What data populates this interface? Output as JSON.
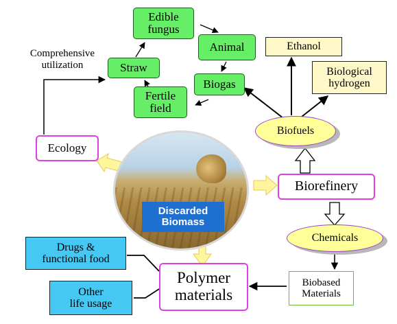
{
  "nodes": {
    "edible_fungus": [
      "Edible",
      "fungus"
    ],
    "animal": "Animal",
    "straw": "Straw",
    "biogas": "Biogas",
    "fertile_field": [
      "Fertile",
      "field"
    ],
    "comprehensive_utilization": [
      "Comprehensive",
      "utilization"
    ],
    "ecology": "Ecology",
    "ethanol": "Ethanol",
    "biological_hydrogen": [
      "Biological",
      "hydrogen"
    ],
    "biofuels": "Biofuels",
    "biorefinery": "Biorefinery",
    "chemicals": "Chemicals",
    "biobased_materials": [
      "Biobased",
      "Materials"
    ],
    "polymer_materials": [
      "Polymer",
      "materials"
    ],
    "drugs_functional_food": [
      "Drugs &",
      "functional food"
    ],
    "other_life_usage": [
      "Other",
      "life usage"
    ],
    "discarded_biomass": [
      "Discarded",
      "Biomass"
    ]
  },
  "colors": {
    "green_box": "#66ee66",
    "yellow_box": "#fff8c8",
    "pink_border": "#e040e0",
    "cyan_box": "#45c8f4",
    "oval_fill": "#ffff99",
    "block_arrow": "#fff59a",
    "biomass_label": "#1f6fd0"
  }
}
